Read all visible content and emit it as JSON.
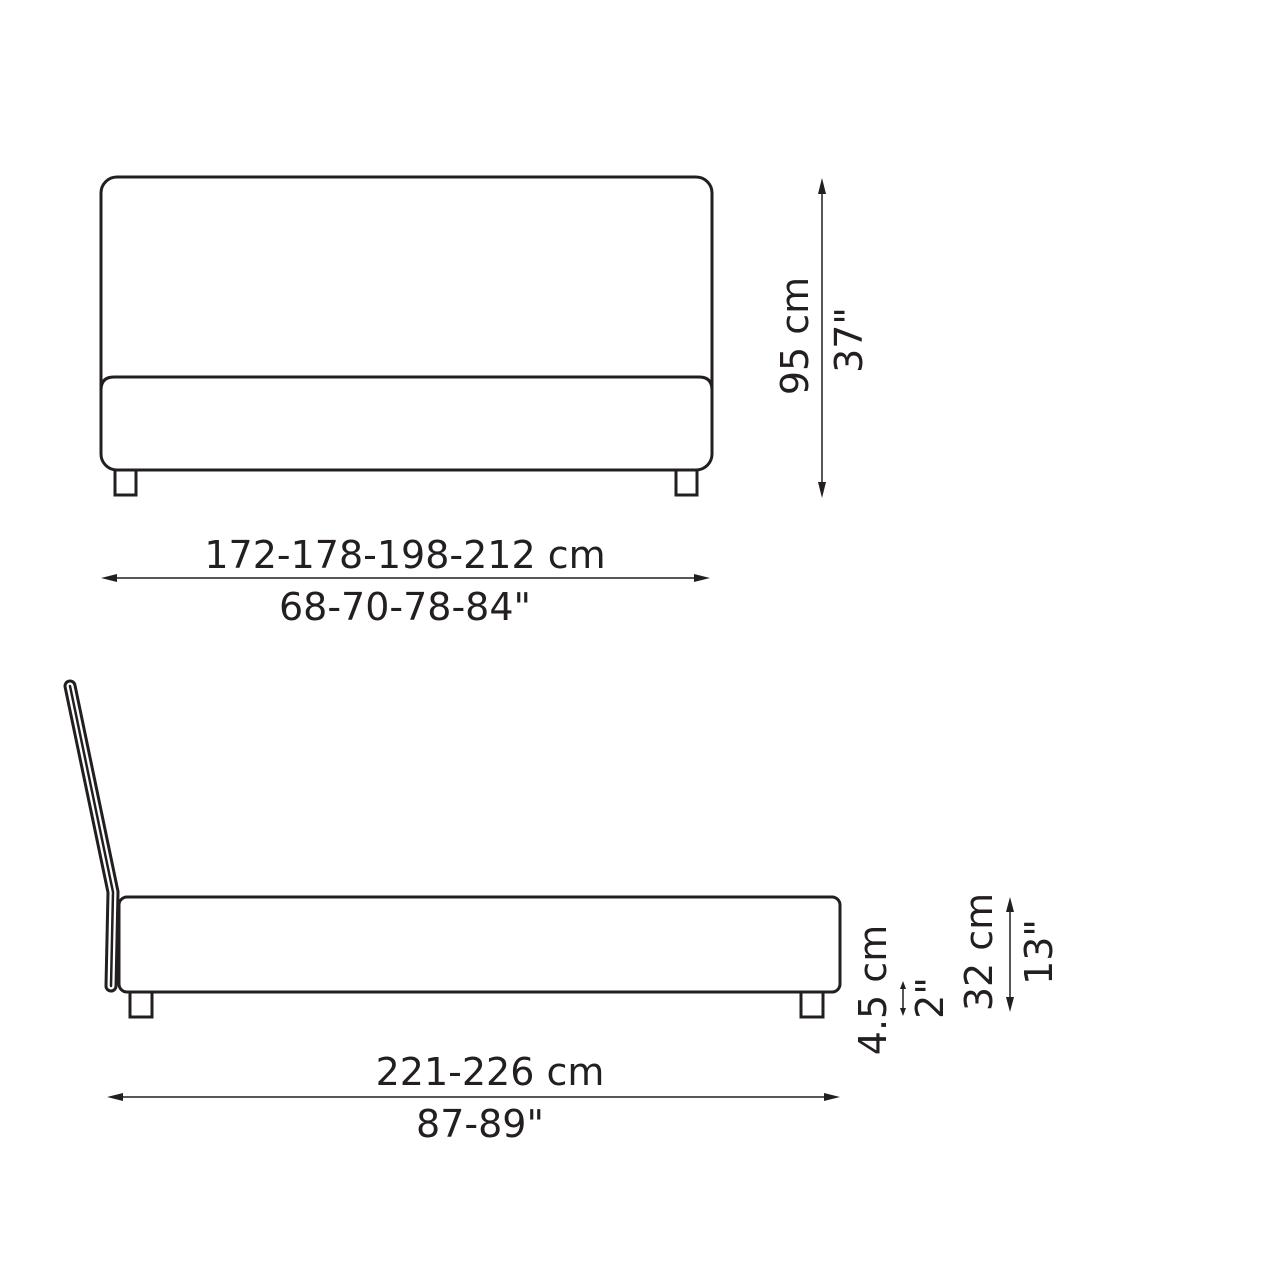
{
  "front_view": {
    "width_cm": "172-178-198-212 cm",
    "width_in": "68-70-78-84\"",
    "height_cm": "95 cm",
    "height_in": "37\""
  },
  "side_view": {
    "length_cm": "221-226 cm",
    "length_in": "87-89\"",
    "leg_cm": "4.5 cm",
    "leg_in": "2\"",
    "base_height_cm": "32 cm",
    "base_height_in": "13\""
  },
  "colors": {
    "line": "#231f20",
    "background": "#ffffff"
  }
}
